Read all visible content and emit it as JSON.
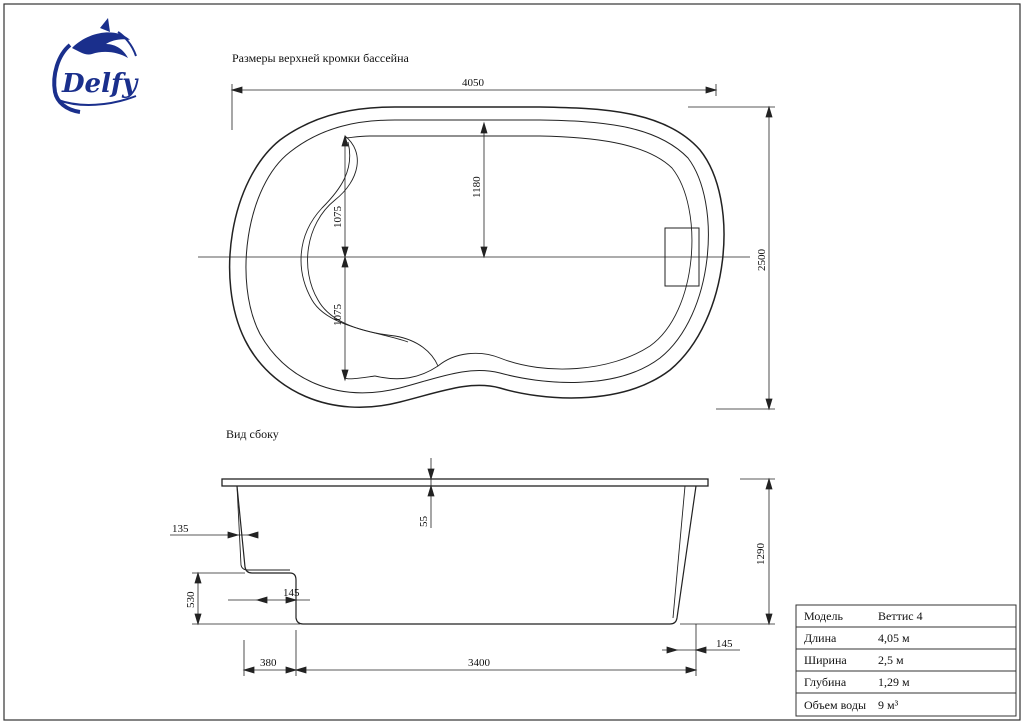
{
  "logo": {
    "text": "Delfy"
  },
  "plan_view": {
    "title": "Размеры верхней кромки бассейна",
    "dim_length": "4050",
    "dim_width": "2500",
    "dim_half_depth": "1180",
    "dim_step_upper": "1075",
    "dim_step_lower": "1075"
  },
  "side_view": {
    "title": "Вид сбоку",
    "dim_rim": "55",
    "dim_depth": "1290",
    "dim_top_offset": "135",
    "dim_step_height": "530",
    "dim_step_inset": "145",
    "dim_bottom_offset": "145",
    "dim_step_length": "380",
    "dim_floor_length": "3400"
  },
  "spec_table": {
    "rows": [
      {
        "label": "Модель",
        "value": "Веттис 4"
      },
      {
        "label": "Длина",
        "value": "4,05 м"
      },
      {
        "label": "Ширина",
        "value": "2,5 м"
      },
      {
        "label": "Глубина",
        "value": "1,29 м"
      },
      {
        "label": "Объем воды",
        "value": "9 м³"
      }
    ]
  },
  "colors": {
    "line": "#222222",
    "logo": "#1a2f8c"
  }
}
